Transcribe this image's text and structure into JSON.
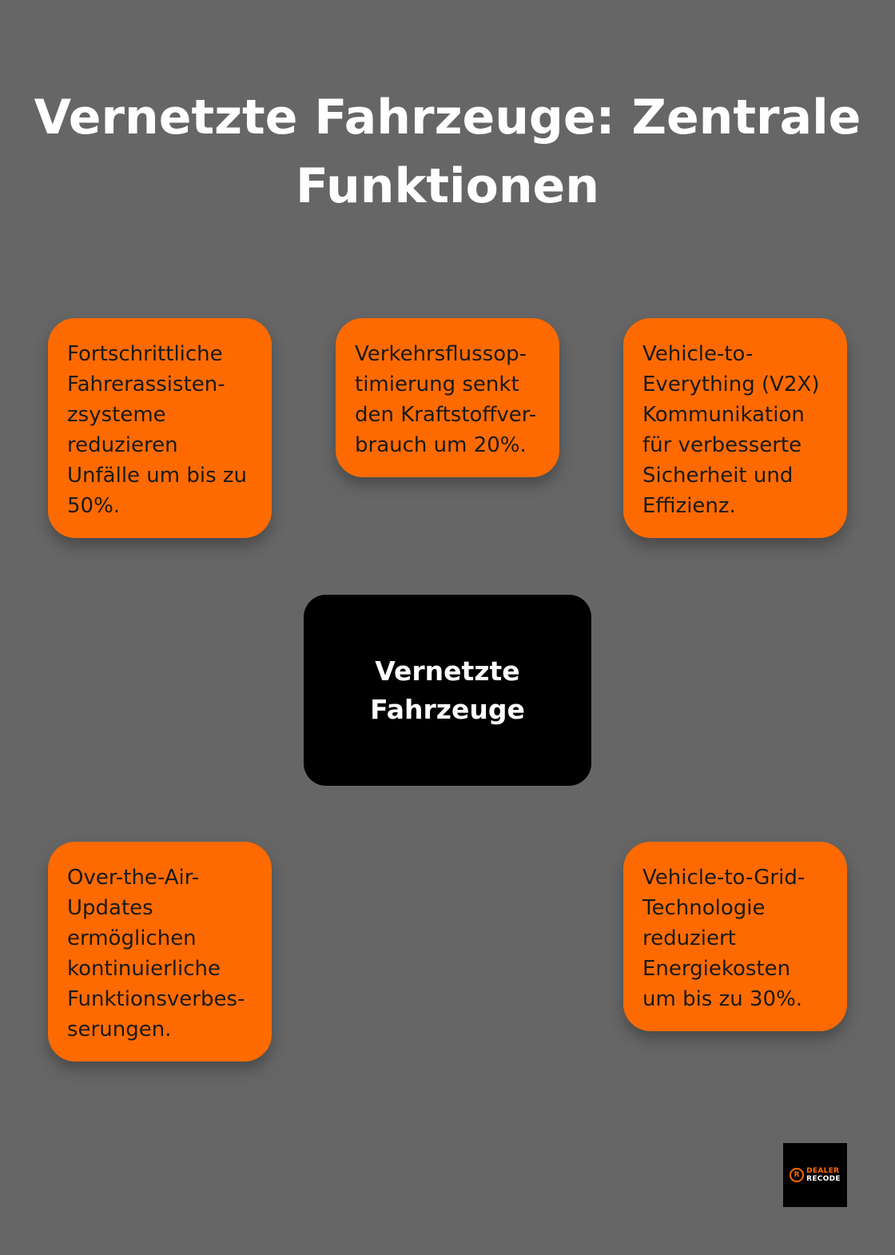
{
  "title": "Vernetzte Fahrzeuge: Zentrale Funktionen",
  "center": {
    "label": "Vernetzte\nFahrzeuge"
  },
  "features": [
    {
      "text": "Fortschrittliche\nFahrerassisten-\nzsysteme\nreduzieren\nUnfälle um bis zu\n50%."
    },
    {
      "text": "Verkehrsflussop-\ntimierung senkt\nden Kraftstoffver-\nbrauch um 20%."
    },
    {
      "text": "Vehicle-to-\nEverything (V2X)\nKommunikation\nfür verbesserte\nSicherheit und\nEffizienz."
    },
    {
      "text": "Over-the-Air-\nUpdates\nermöglichen\nkontinuierliche\nFunktionsverbes-\nserungen."
    },
    {
      "text": "Vehicle-to-Grid-\nTechnologie\nreduziert\nEnergiekosten\num bis zu 30%."
    }
  ],
  "logo": {
    "line1": "DEALER",
    "line2": "RECODE"
  },
  "colors": {
    "background": "#666666",
    "card": "#ff6a00",
    "center": "#000000",
    "title": "#ffffff"
  }
}
